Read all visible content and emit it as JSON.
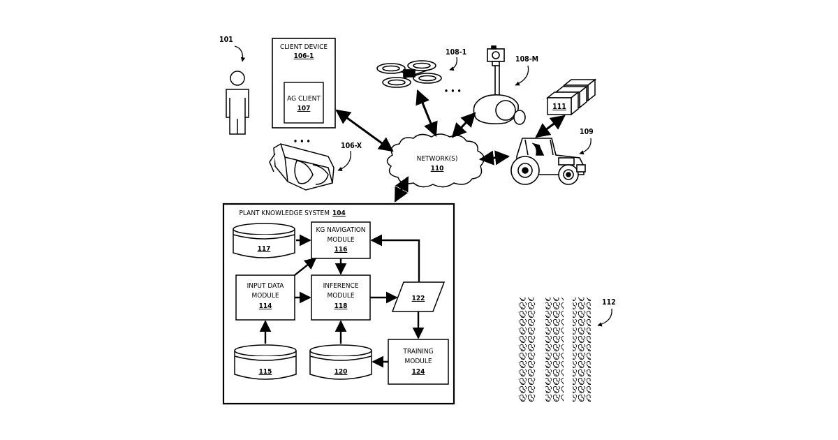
{
  "refs": {
    "user": "101",
    "drone": "108-1",
    "robot": "108-M",
    "vr_headset": "106-X",
    "tractor": "109",
    "crops": "112"
  },
  "client_device": {
    "title": "CLIENT DEVICE",
    "num": "106-1",
    "ag_client_title": "AG CLIENT",
    "ag_client_num": "107"
  },
  "network": {
    "title": "NETWORK(S)",
    "num": "110"
  },
  "box_111": "111",
  "ellipsis": "• • •",
  "pks": {
    "title": "PLANT KNOWLEDGE SYSTEM",
    "num": "104"
  },
  "modules": {
    "kg_nav": {
      "line1": "KG NAVIGATION",
      "line2": "MODULE",
      "num": "116"
    },
    "inference": {
      "line1": "INFERENCE",
      "line2": "MODULE",
      "num": "118"
    },
    "input_data": {
      "line1": "INPUT DATA",
      "line2": "MODULE",
      "num": "114"
    },
    "training": {
      "line1": "TRAINING",
      "line2": "MODULE",
      "num": "124"
    }
  },
  "databases": {
    "db117": "117",
    "db115": "115",
    "db120": "120"
  },
  "data_122": "122"
}
